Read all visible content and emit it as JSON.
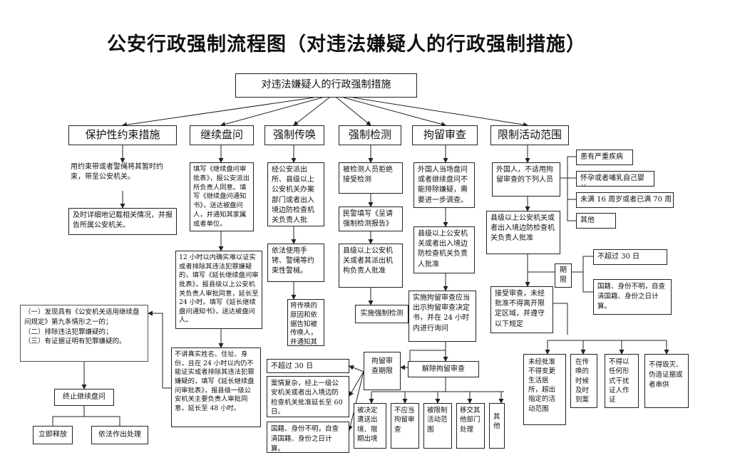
{
  "title": "公安行政强制流程图（对违法嫌疑人的行政强制措施）",
  "root": "对违法嫌疑人的行政强制措施",
  "categories": [
    "保护性约束措施",
    "继续盘问",
    "强制传唤",
    "强制检测",
    "拘留审查",
    "限制活动范围"
  ],
  "col1": {
    "box1": "用约束带或者警绳将其暂时约束，带至公安机关。",
    "box2": "及时详细地记载相关情况，并报告所属公安机关。"
  },
  "col2": {
    "box1": "填写《继续盘问审批表》，报公安派出所负责人同意。填写《继续盘问通知书》，送达被盘问人，并通知其家属或者单位。",
    "box2": "12 小时以内确实难以证实或者排除其违法犯罪嫌疑的，填写《延长继续盘问审批表》，报县级以上公安机关负责人审批同意，延长至 24 小时。填写《延长继续盘问通知书》，送达被盘问人。",
    "box3": "不讲真实姓名、住址、身份，且在 24 小时以内仍不能证实或者排除其违法犯罪嫌疑的，填写《延长继续盘问审批表》，报县级一级公安机关主要负责人审批同意，延长至 48 小时。",
    "conditions": "（一）发现具有《公安机关适用继续盘问规定》第九条情形之一的；\n（二）排除违法犯罪嫌疑的；\n（三）有证据证明有犯罪嫌疑的。",
    "terminate": "终止继续盘问",
    "release": "立即释放",
    "handle": "依法作出处理"
  },
  "col3": {
    "box1": "经公安派出所、县级以上公安机关办案部门或者出入境边防检查机关负责人批准。",
    "box2": "依法使用手铐、警绳等约束性警械。",
    "box3": "将传唤的原因和依据告知被传唤人，并通知其家属。"
  },
  "col4": {
    "box1": "被检测人员拒绝接受检测",
    "box2": "民警填写《呈请强制检测报告》",
    "box3": "县级以上公安机关或者其派出机构负责人批准",
    "box4": "实施强制检测"
  },
  "col5": {
    "box1": "外国人当场盘问或者继续盘问不能排除嫌疑，需要进一步调查。",
    "box2": "县级以上公安机关或者出入境边防检查机关负责人批准",
    "box3": "实施拘留审查应当出示拘留审查决定书，并在 24 小时内进行询问",
    "period": "拘留审查期限",
    "limit30": "不超过 30 日",
    "complex": "案情复杂，经上一级公安机关或者出入境边防检查机关批准延长至 60 日。",
    "nationality": "国籍、身份不明，自查清国籍、身份之日计算。",
    "release": "解除拘留审查",
    "outcomes": [
      "被决定遣送出境、限期出境",
      "不应当拘留审查",
      "被限制活动范围",
      "移交其他部门处理",
      "其他"
    ]
  },
  "col6": {
    "box1": "外国人，不适用拘留审查的下列人员",
    "conditions": [
      "患有严重疾病",
      "怀孕或者哺乳自己婴儿",
      "未满 16 周岁或者已满 70 周",
      "其他"
    ],
    "box2": "县级以上公安机关或者出入境边防检查机关负责人批准",
    "period": "期限",
    "limit30": "不超过 30 日",
    "nationality": "国籍、身份不明，自查清国籍、身份之日计算。",
    "box3": "接受审查，未经批准不得离开限定区域，并遵守以下规定",
    "rules": [
      "未经批准不得变更生活居所，超出指定的活动范围",
      "在传唤的时候及时到案",
      "不得以任何形式干扰证人作证",
      "不得毁灭、伪造证据或者串供"
    ]
  }
}
